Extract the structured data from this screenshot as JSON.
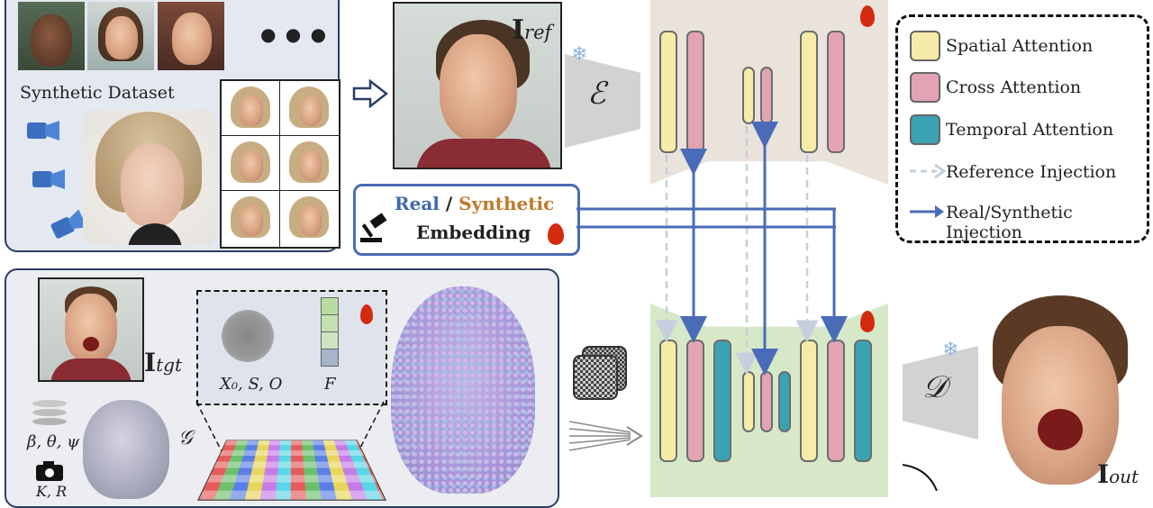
{
  "dataset": {
    "title": "Synthetic Dataset",
    "ellipsis": "● ● ●"
  },
  "reference": {
    "symbol": "I",
    "subscript": "ref"
  },
  "encoder": {
    "symbol": "ℰ"
  },
  "decoder": {
    "symbol": "𝒟"
  },
  "embedding": {
    "real": "Real",
    "slash": " / ",
    "synthetic": "Synthetic",
    "line2": "Embedding"
  },
  "target": {
    "symbol": "I",
    "subscript": "tgt",
    "params": "β, θ, ψ",
    "camera_params": "K, R",
    "gaussian_symbol": "𝒢",
    "gaussian_attrs": "X₀, S, O",
    "feature_symbol": "F"
  },
  "output": {
    "symbol": "I",
    "subscript": "out"
  },
  "legend": {
    "items": [
      {
        "label": "Spatial Attention",
        "color": "#f6eba8"
      },
      {
        "label": "Cross Attention",
        "color": "#e4a3b5"
      },
      {
        "label": "Temporal Attention",
        "color": "#3aa3b3"
      },
      {
        "label": "Reference Injection",
        "color": "#c5cfdd"
      },
      {
        "label": "Real/Synthetic Injection",
        "color": "#4a6cb8"
      }
    ]
  },
  "colors": {
    "real": "#3e6aa8",
    "synthetic": "#c07a2a",
    "arrow_blue": "#4a6cb8",
    "arrow_light": "#c5cfdd",
    "unet_ref_bg": "#e9e3dc",
    "unet_main_bg": "#d6e8c8",
    "panel_bg": "#e4e8f0",
    "flame": "#d42a10",
    "snowflake": "#8fb3e0"
  },
  "icons": [
    "snowflake-icon",
    "flame-icon",
    "gavel-icon",
    "camera-icon",
    "database-icon",
    "noise-icon"
  ]
}
